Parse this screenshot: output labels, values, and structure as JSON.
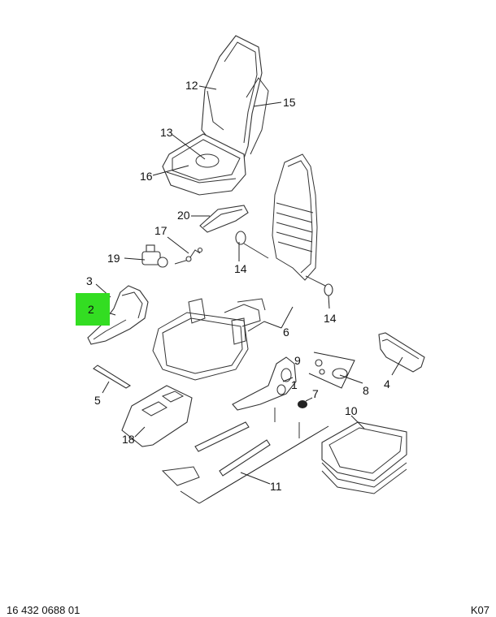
{
  "diagram": {
    "callouts": [
      "1",
      "2",
      "3",
      "4",
      "5",
      "6",
      "7",
      "8",
      "9",
      "10",
      "11",
      "12",
      "13",
      "14",
      "14",
      "15",
      "16",
      "17",
      "18",
      "19",
      "20"
    ],
    "highlighted_callout": "2",
    "highlight_color": "#33dd22"
  },
  "footer": {
    "part_number": "16 432 0688 01",
    "sheet_code": "K07"
  }
}
